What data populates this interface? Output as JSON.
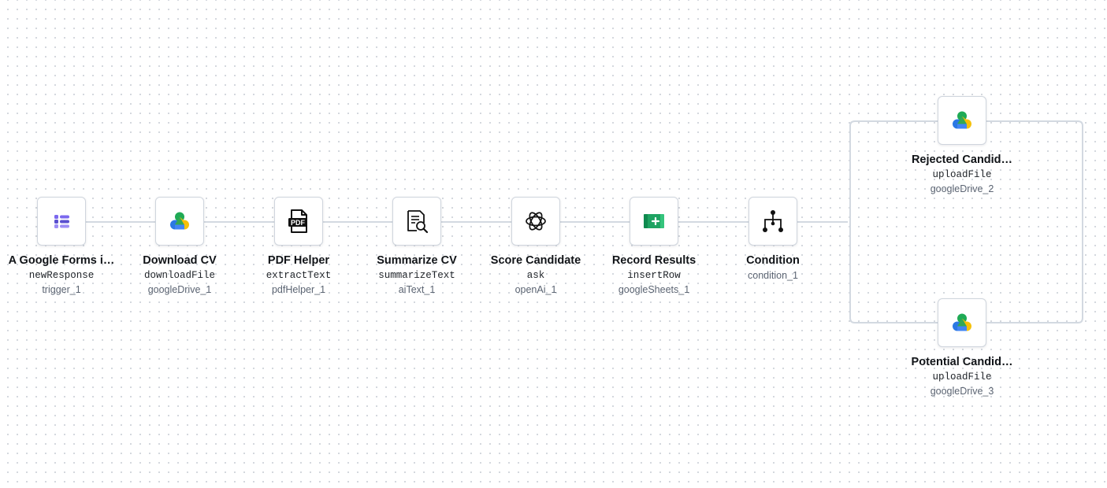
{
  "workflow": {
    "nodes": [
      {
        "title": "A Google Forms i…",
        "action": "newResponse",
        "id": "trigger_1",
        "icon": "google-forms-icon"
      },
      {
        "title": "Download CV",
        "action": "downloadFile",
        "id": "googleDrive_1",
        "icon": "google-drive-icon"
      },
      {
        "title": "PDF Helper",
        "action": "extractText",
        "id": "pdfHelper_1",
        "icon": "pdf-icon"
      },
      {
        "title": "Summarize CV",
        "action": "summarizeText",
        "id": "aiText_1",
        "icon": "document-search-icon"
      },
      {
        "title": "Score Candidate",
        "action": "ask",
        "id": "openAi_1",
        "icon": "openai-icon"
      },
      {
        "title": "Record Results",
        "action": "insertRow",
        "id": "googleSheets_1",
        "icon": "google-sheets-icon"
      },
      {
        "title": "Condition",
        "action": "",
        "id": "condition_1",
        "icon": "condition-branch-icon"
      },
      {
        "title": "Rejected Candid…",
        "action": "uploadFile",
        "id": "googleDrive_2",
        "icon": "google-drive-icon"
      },
      {
        "title": "Potential Candid…",
        "action": "uploadFile",
        "id": "googleDrive_3",
        "icon": "google-drive-icon"
      }
    ]
  },
  "colors": {
    "edge": "#d3d9e1",
    "icon_border": "#cfd5dd",
    "text_primary": "#111418",
    "text_secondary": "#5b6472",
    "canvas_dot": "#c9ced6"
  }
}
